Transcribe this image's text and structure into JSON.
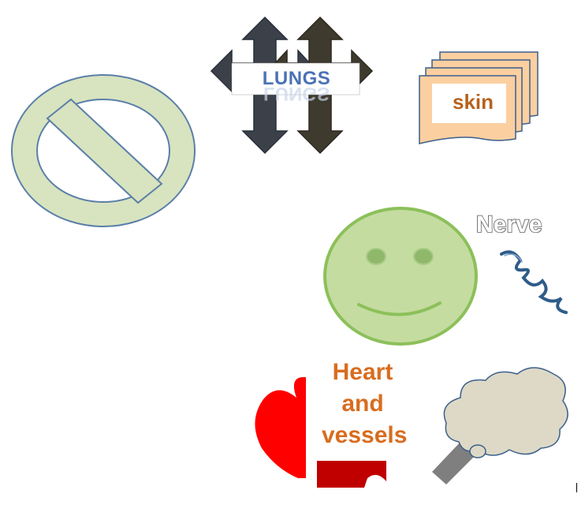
{
  "labels": {
    "lungs": "LUNGS",
    "skin": "skin",
    "nerve": "Nerve",
    "heart": "Heart and vessels"
  },
  "colors": {
    "no_symbol_fill": "#d8e4bf",
    "no_symbol_stroke": "#5b7fa8",
    "arrows_left": "#3c4048",
    "arrows_right": "#3f3a2e",
    "skin_pages": "#fbcfa0",
    "smiley_fill": "#c4dca0",
    "smiley_stroke": "#8cc05a",
    "heart_red": "#ff0000",
    "vessel_red": "#c00000",
    "cloud_fill": "#ddd9c6",
    "nerve_squiggle": "#2f5c8a"
  },
  "icons": [
    "no-symbol-icon",
    "lungs-arrows-icon",
    "skin-pages-icon",
    "smiley-face-icon",
    "nerve-squiggle-icon",
    "heart-shape-icon",
    "vessel-shape-icon",
    "brain-cloud-icon"
  ]
}
